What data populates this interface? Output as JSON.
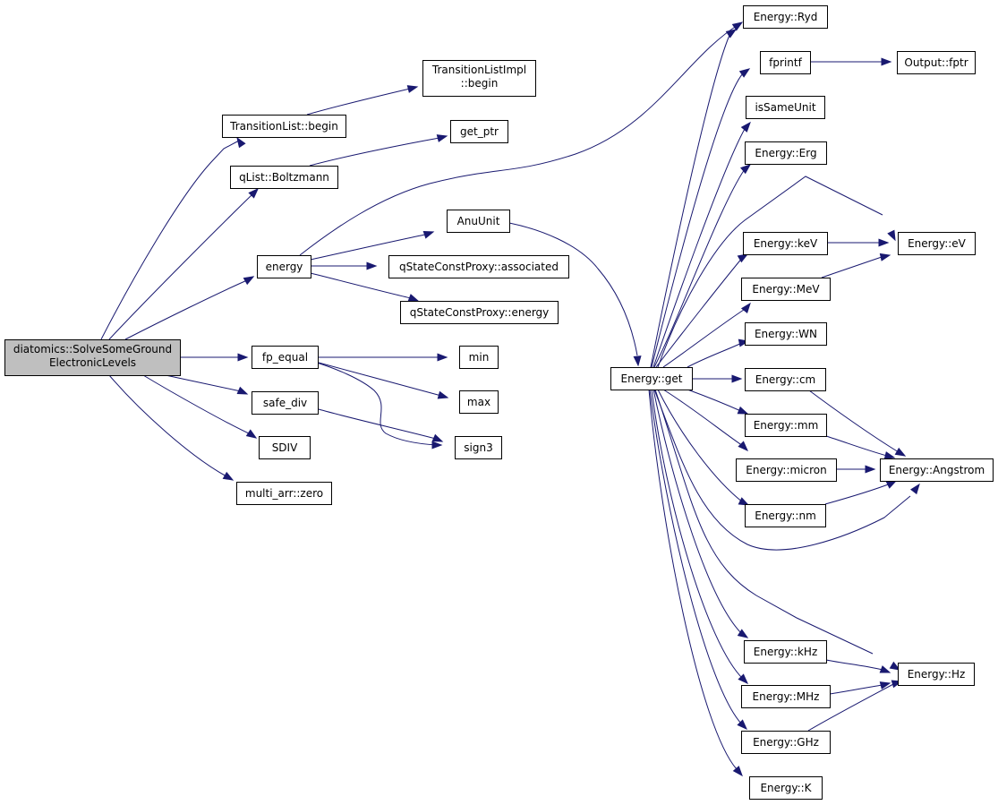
{
  "graph": {
    "root": "n0",
    "colors": {
      "edge": "#191970",
      "root_fill": "#bfbfbf",
      "node_fill": "#ffffff",
      "border": "#000000"
    },
    "nodes": [
      {
        "id": "n0",
        "lines": [
          "diatomics::SolveSomeGround",
          "ElectronicLevels"
        ],
        "root": true
      },
      {
        "id": "n1",
        "lines": [
          "TransitionList::begin"
        ]
      },
      {
        "id": "n2",
        "lines": [
          "TransitionListImpl",
          "::begin"
        ]
      },
      {
        "id": "n3",
        "lines": [
          "qList::Boltzmann"
        ]
      },
      {
        "id": "n4",
        "lines": [
          "get_ptr"
        ]
      },
      {
        "id": "n5",
        "lines": [
          "energy"
        ]
      },
      {
        "id": "n6",
        "lines": [
          "AnuUnit"
        ]
      },
      {
        "id": "n7",
        "lines": [
          "qStateConstProxy::associated"
        ]
      },
      {
        "id": "n8",
        "lines": [
          "qStateConstProxy::energy"
        ]
      },
      {
        "id": "n9",
        "lines": [
          "fp_equal"
        ]
      },
      {
        "id": "n10",
        "lines": [
          "min"
        ]
      },
      {
        "id": "n11",
        "lines": [
          "max"
        ]
      },
      {
        "id": "n12",
        "lines": [
          "sign3"
        ]
      },
      {
        "id": "n13",
        "lines": [
          "safe_div"
        ]
      },
      {
        "id": "n14",
        "lines": [
          "SDIV"
        ]
      },
      {
        "id": "n15",
        "lines": [
          "multi_arr::zero"
        ]
      },
      {
        "id": "n16",
        "lines": [
          "Energy::get"
        ]
      },
      {
        "id": "n17",
        "lines": [
          "Energy::Ryd"
        ]
      },
      {
        "id": "n18",
        "lines": [
          "fprintf"
        ]
      },
      {
        "id": "n19",
        "lines": [
          "Output::fptr"
        ]
      },
      {
        "id": "n20",
        "lines": [
          "isSameUnit"
        ]
      },
      {
        "id": "n21",
        "lines": [
          "Energy::Erg"
        ]
      },
      {
        "id": "n22",
        "lines": [
          "Energy::keV"
        ]
      },
      {
        "id": "n23",
        "lines": [
          "Energy::eV"
        ]
      },
      {
        "id": "n24",
        "lines": [
          "Energy::MeV"
        ]
      },
      {
        "id": "n25",
        "lines": [
          "Energy::WN"
        ]
      },
      {
        "id": "n26",
        "lines": [
          "Energy::cm"
        ]
      },
      {
        "id": "n27",
        "lines": [
          "Energy::mm"
        ]
      },
      {
        "id": "n28",
        "lines": [
          "Energy::micron"
        ]
      },
      {
        "id": "n29",
        "lines": [
          "Energy::Angstrom"
        ]
      },
      {
        "id": "n30",
        "lines": [
          "Energy::nm"
        ]
      },
      {
        "id": "n31",
        "lines": [
          "Energy::kHz"
        ]
      },
      {
        "id": "n32",
        "lines": [
          "Energy::Hz"
        ]
      },
      {
        "id": "n33",
        "lines": [
          "Energy::MHz"
        ]
      },
      {
        "id": "n34",
        "lines": [
          "Energy::GHz"
        ]
      },
      {
        "id": "n35",
        "lines": [
          "Energy::K"
        ]
      }
    ],
    "edges": [
      {
        "from": "n0",
        "to": "n1"
      },
      {
        "from": "n0",
        "to": "n3"
      },
      {
        "from": "n0",
        "to": "n5"
      },
      {
        "from": "n0",
        "to": "n9"
      },
      {
        "from": "n0",
        "to": "n13"
      },
      {
        "from": "n0",
        "to": "n14"
      },
      {
        "from": "n0",
        "to": "n15"
      },
      {
        "from": "n1",
        "to": "n2"
      },
      {
        "from": "n3",
        "to": "n4"
      },
      {
        "from": "n5",
        "to": "n17"
      },
      {
        "from": "n5",
        "to": "n6"
      },
      {
        "from": "n5",
        "to": "n7"
      },
      {
        "from": "n5",
        "to": "n8"
      },
      {
        "from": "n6",
        "to": "n16"
      },
      {
        "from": "n9",
        "to": "n10"
      },
      {
        "from": "n9",
        "to": "n11"
      },
      {
        "from": "n9",
        "to": "n12"
      },
      {
        "from": "n13",
        "to": "n12"
      },
      {
        "from": "n16",
        "to": "n17"
      },
      {
        "from": "n16",
        "to": "n18"
      },
      {
        "from": "n16",
        "to": "n20"
      },
      {
        "from": "n16",
        "to": "n21"
      },
      {
        "from": "n16",
        "to": "n23"
      },
      {
        "from": "n16",
        "to": "n22"
      },
      {
        "from": "n16",
        "to": "n24"
      },
      {
        "from": "n16",
        "to": "n25"
      },
      {
        "from": "n16",
        "to": "n26"
      },
      {
        "from": "n16",
        "to": "n27"
      },
      {
        "from": "n16",
        "to": "n28"
      },
      {
        "from": "n16",
        "to": "n30"
      },
      {
        "from": "n16",
        "to": "n29"
      },
      {
        "from": "n16",
        "to": "n32"
      },
      {
        "from": "n16",
        "to": "n31"
      },
      {
        "from": "n16",
        "to": "n33"
      },
      {
        "from": "n16",
        "to": "n34"
      },
      {
        "from": "n16",
        "to": "n35"
      },
      {
        "from": "n18",
        "to": "n19"
      },
      {
        "from": "n22",
        "to": "n23"
      },
      {
        "from": "n24",
        "to": "n23"
      },
      {
        "from": "n26",
        "to": "n29"
      },
      {
        "from": "n27",
        "to": "n29"
      },
      {
        "from": "n28",
        "to": "n29"
      },
      {
        "from": "n30",
        "to": "n29"
      },
      {
        "from": "n31",
        "to": "n32"
      },
      {
        "from": "n33",
        "to": "n32"
      },
      {
        "from": "n34",
        "to": "n32"
      }
    ]
  }
}
